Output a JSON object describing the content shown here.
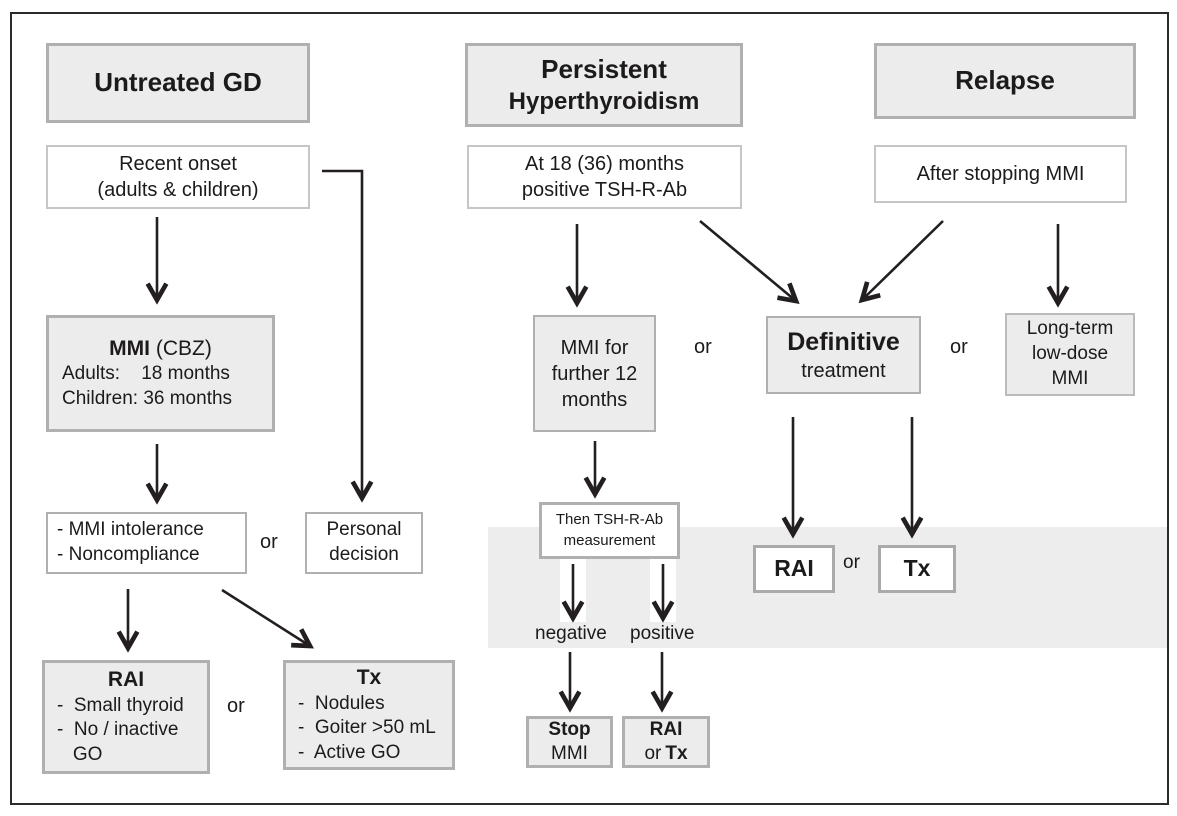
{
  "headers": {
    "untreated_gd": "Untreated GD",
    "persistent": {
      "line1": "Persistent",
      "line2": "Hyperthyroidism"
    },
    "relapse": "Relapse"
  },
  "left_column": {
    "recent_onset": "Recent onset\n(adults & children)",
    "mmi_cbz": {
      "title_bold": "MMI",
      "title_rest": " (CBZ)",
      "body": "Adults:    18 months\nChildren: 36 months"
    },
    "intolerance": "- MMI intolerance\n- Noncompliance",
    "personal_decision": "Personal\ndecision",
    "rai": {
      "title": "RAI",
      "body": "-  Small thyroid\n-  No / inactive\n   GO"
    },
    "tx": {
      "title": "Tx",
      "body": "-  Nodules\n-  Goiter >50 mL\n-  Active GO"
    }
  },
  "middle_column": {
    "at_18_months": "At 18 (36) months\npositive TSH-R-Ab",
    "mmi_further": "MMI for\nfurther 12\nmonths",
    "definitive": {
      "line1": "Definitive",
      "line2": "treatment"
    },
    "then_tshrab": "Then TSH-R-Ab\nmeasurement",
    "negative": "negative",
    "positive": "positive",
    "stop_mmi": {
      "line1": "Stop",
      "line2": "MMI"
    },
    "rai_or_tx": {
      "line1": "RAI",
      "or": "or",
      "tx": "Tx"
    },
    "rai_band": "RAI",
    "tx_band": "Tx"
  },
  "right_column": {
    "after_stopping": "After stopping MMI",
    "long_term": "Long-term\nlow-dose\nMMI"
  },
  "labels": {
    "or": "or"
  },
  "colors": {
    "box_fill": "#ececec",
    "band_fill": "#ededed",
    "border_grey": "#b0b0b0",
    "arrow": "#231f20",
    "frame": "#2b2b2b"
  }
}
